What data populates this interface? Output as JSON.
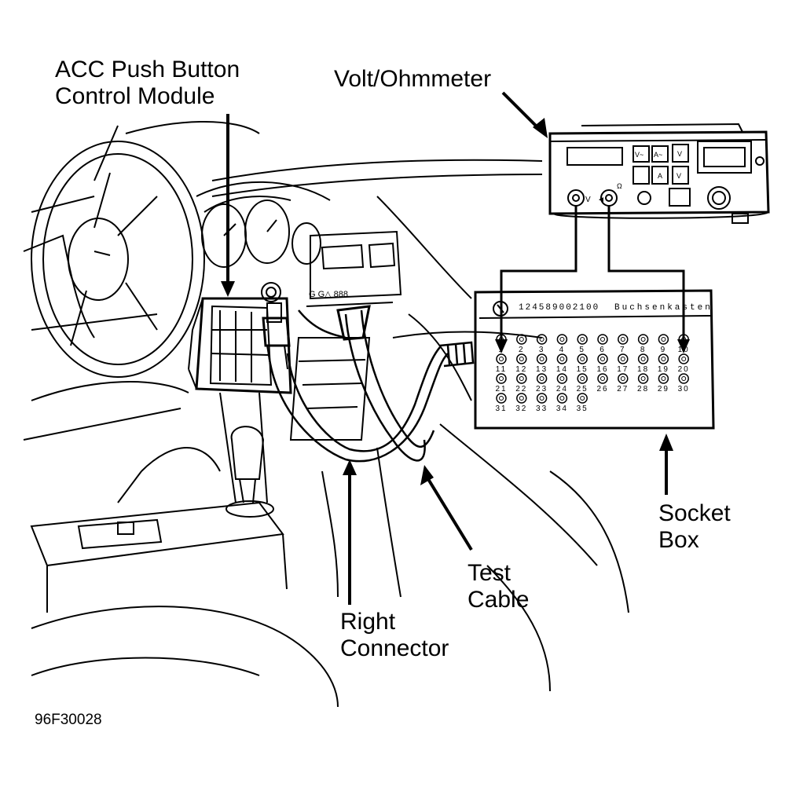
{
  "labels": {
    "acc_module_line1": "ACC Push Button",
    "acc_module_line2": "Control Module",
    "volt_ohmmeter": "Volt/Ohmmeter",
    "socket_box_line1": "Socket",
    "socket_box_line2": "Box",
    "test_cable_line1": "Test",
    "test_cable_line2": "Cable",
    "right_connector_line1": "Right",
    "right_connector_line2": "Connector"
  },
  "figure_id": "96F30028",
  "socket_box": {
    "part_number": "124589002100",
    "title": "Buchsenkasten",
    "sockets": [
      "1",
      "2",
      "3",
      "4",
      "5",
      "6",
      "7",
      "8",
      "9",
      "10",
      "11",
      "12",
      "13",
      "14",
      "15",
      "16",
      "17",
      "18",
      "19",
      "20",
      "21",
      "22",
      "23",
      "24",
      "25",
      "26",
      "27",
      "28",
      "29",
      "30",
      "31",
      "32",
      "33",
      "34",
      "35"
    ]
  },
  "meter_buttons": [
    "V~",
    "A~",
    "V",
    "",
    "A",
    "V"
  ]
}
